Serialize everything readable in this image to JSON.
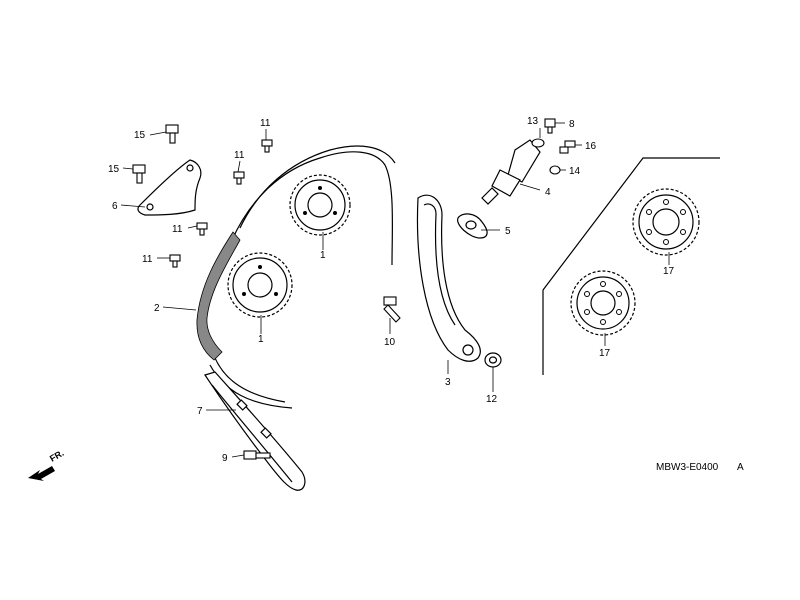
{
  "diagram_code": "MBW3-E0400",
  "diagram_suffix": "A",
  "front_marker": "FR.",
  "callouts": {
    "c1a": "1",
    "c1b": "1",
    "c2": "2",
    "c3": "3",
    "c4": "4",
    "c5": "5",
    "c6": "6",
    "c7": "7",
    "c8": "8",
    "c9": "9",
    "c10": "10",
    "c11a": "11",
    "c11b": "11",
    "c11c": "11",
    "c11d": "11",
    "c12": "12",
    "c13": "13",
    "c14": "14",
    "c15a": "15",
    "c15b": "15",
    "c16": "16",
    "c17a": "17",
    "c17b": "17"
  }
}
